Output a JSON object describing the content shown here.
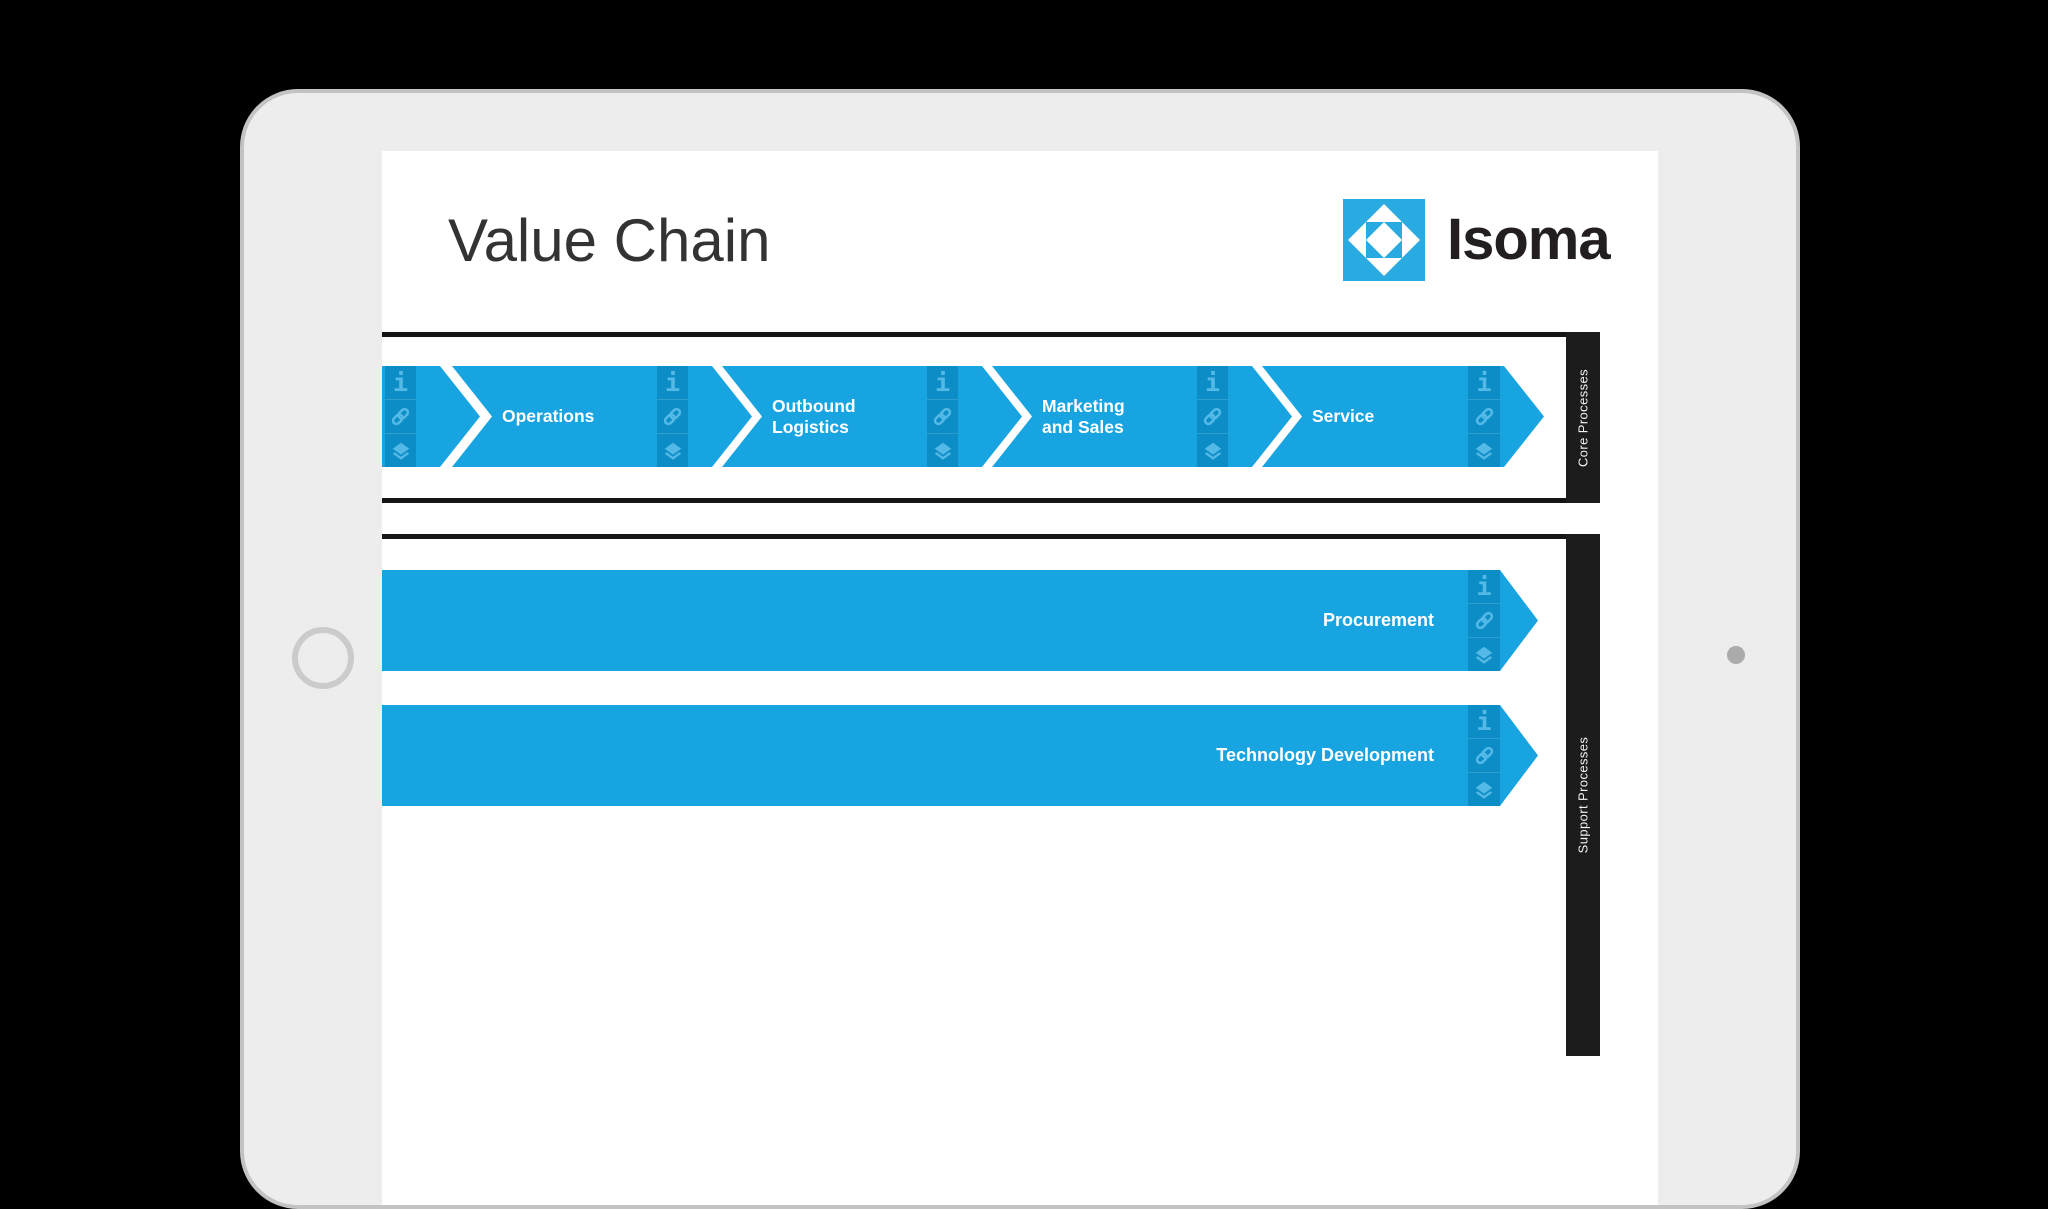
{
  "header": {
    "title": "Value Chain",
    "brand": "Isoma"
  },
  "band1": {
    "side_label": "Core Processes",
    "items": [
      {
        "label": ""
      },
      {
        "label": "Operations"
      },
      {
        "label": "Outbound Logistics"
      },
      {
        "label": "Marketing and Sales"
      },
      {
        "label": "Service"
      }
    ]
  },
  "band2": {
    "side_label": "Support Processes",
    "items": [
      {
        "label": "Procurement"
      },
      {
        "label": "Technology Development"
      }
    ]
  },
  "icons": {
    "per_shape": [
      "info-icon",
      "link-icon",
      "layers-icon"
    ]
  },
  "colors": {
    "shape_blue": "#18a4e0",
    "strip_blue": "#0d8dc6",
    "icon_blue": "#54b9e6",
    "logo_blue": "#29abe2",
    "band_line_black": "#151515",
    "side_tab_black": "#1c1c1c",
    "title_gray": "#333333",
    "background": "#000000"
  }
}
